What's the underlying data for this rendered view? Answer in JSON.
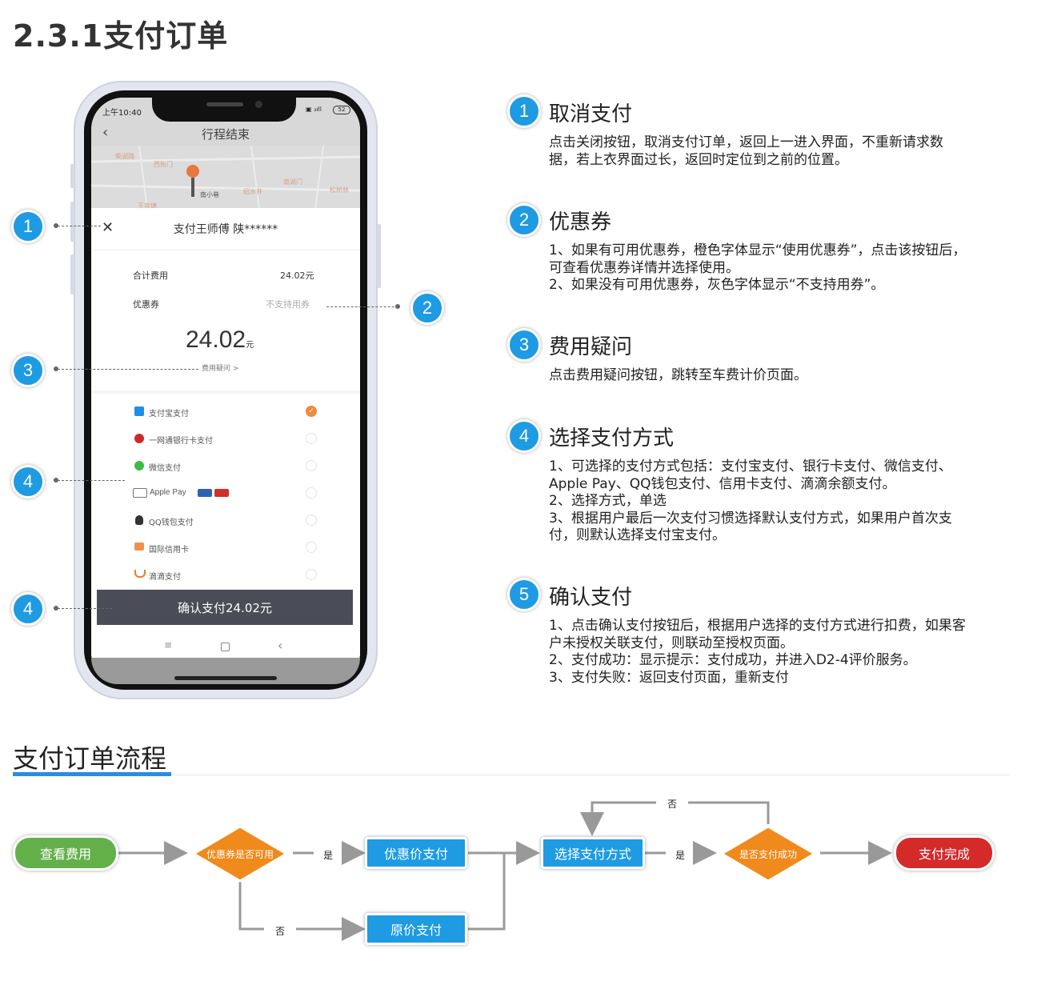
{
  "title": "2.3.1支付订单",
  "phone": {
    "status_time": "上午10:40",
    "status_battery": "52",
    "nav_title": "行程结束",
    "map_labels": [
      "柴湖路",
      "西街门",
      "南小巷",
      "绍水井",
      "南湖门",
      "松树林",
      "王家塘"
    ],
    "payee": "支付王师傅 陕******",
    "total_label": "合计费用",
    "total_value": "24.02元",
    "coupon_label": "优惠券",
    "coupon_value": "不支持用券",
    "amount": "24.02",
    "amount_unit": "元",
    "fee_question": "费用疑问 >",
    "payment_methods": [
      "支付宝支付",
      "一网通银行卡支付",
      "微信支付",
      "Apple Pay",
      "QQ钱包支付",
      "国际信用卡",
      "滴滴支付"
    ],
    "confirm_button": "确认支付24.02元",
    "nav_icons": [
      "menu-icon",
      "home-icon",
      "back-icon"
    ]
  },
  "callouts_left": [
    "1",
    "2",
    "3",
    "4",
    "4"
  ],
  "sections": [
    {
      "num": "1",
      "title": "取消支付",
      "body": [
        "点击关闭按钮，取消支付订单，返回上一进入界面，不重新请求数",
        "据，若上衣界面过长，返回时定位到之前的位置。"
      ]
    },
    {
      "num": "2",
      "title": "优惠券",
      "body": [
        "1、如果有可用优惠券，橙色字体显示“使用优惠券”，点击该按钮后，",
        "可查看优惠券详情并选择使用。",
        "2、如果没有可用优惠券，灰色字体显示“不支持用券”。"
      ]
    },
    {
      "num": "3",
      "title": "费用疑问",
      "body": [
        "点击费用疑问按钮，跳转至车费计价页面。"
      ]
    },
    {
      "num": "4",
      "title": "选择支付方式",
      "body": [
        "1、可选择的支付方式包括：支付宝支付、银行卡支付、微信支付、",
        "Apple Pay、QQ钱包支付、信用卡支付、滴滴余额支付。",
        "2、选择方式，单选",
        "3、根据用户最后一次支付习惯选择默认支付方式，如果用户首次支",
        "付，则默认选择支付宝支付。"
      ]
    },
    {
      "num": "5",
      "title": "确认支付",
      "body": [
        "1、点击确认支付按钮后，根据用户选择的支付方式进行扣费，如果客",
        "户未授权关联支付，则联动至授权页面。",
        "2、支付成功：显示提示：支付成功，并进入D2-4评价服务。",
        "3、支付失败：返回支付页面，重新支付"
      ]
    }
  ],
  "flow": {
    "title": "支付订单流程",
    "nodes": {
      "start": "查看费用",
      "coupon_check": "优惠券是否可用",
      "discount_pay": "优惠价支付",
      "original_pay": "原价支付",
      "choose_method": "选择支付方式",
      "pay_success_check": "是否支付成功",
      "done": "支付完成"
    },
    "edge_labels": {
      "yes1": "是",
      "no1": "否",
      "yes2": "是",
      "no2": "否"
    },
    "colors": {
      "start": "#63b04b",
      "decision": "#f08a1c",
      "process": "#1e9be2",
      "end": "#d42a2a"
    }
  }
}
